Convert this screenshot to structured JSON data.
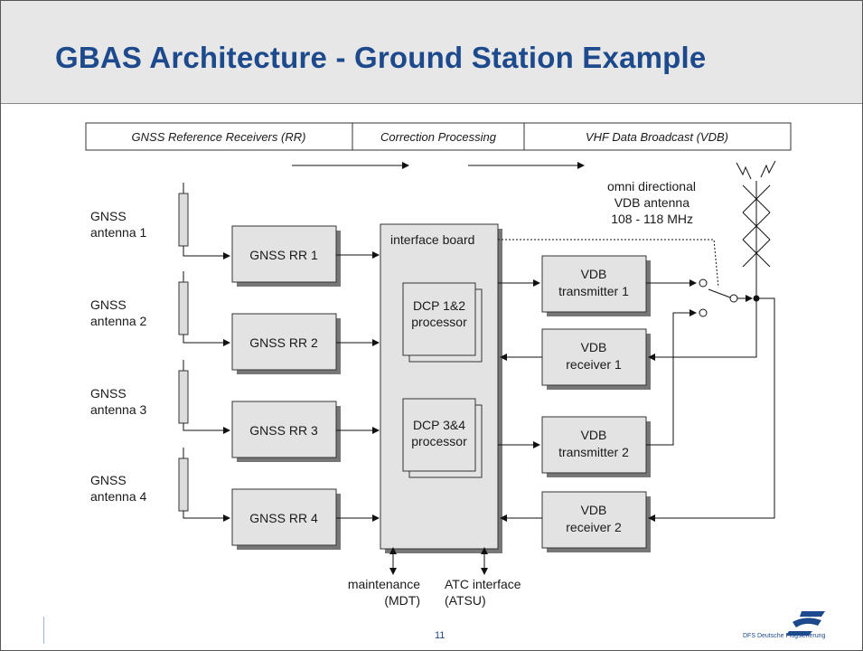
{
  "slide": {
    "title": "GBAS Architecture - Ground Station Example",
    "page_number": "11",
    "logo_text": "DFS Deutsche Flugsicherung"
  },
  "header_strip": {
    "rr": "GNSS Reference Receivers (RR)",
    "correction": "Correction Processing",
    "vdb": "VHF Data Broadcast (VDB)"
  },
  "antennas": [
    {
      "line1": "GNSS",
      "line2": "antenna 1"
    },
    {
      "line1": "GNSS",
      "line2": "antenna 2"
    },
    {
      "line1": "GNSS",
      "line2": "antenna 3"
    },
    {
      "line1": "GNSS",
      "line2": "antenna 4"
    }
  ],
  "receivers": [
    "GNSS RR 1",
    "GNSS RR 2",
    "GNSS RR 3",
    "GNSS RR 4"
  ],
  "interface_board": {
    "label": "interface board",
    "dcp1_line1": "DCP 1&2",
    "dcp1_line2": "processor",
    "dcp2_line1": "DCP 3&4",
    "dcp2_line2": "processor"
  },
  "vdb_units": [
    {
      "line1": "VDB",
      "line2": "transmitter 1"
    },
    {
      "line1": "VDB",
      "line2": "receiver 1"
    },
    {
      "line1": "VDB",
      "line2": "transmitter 2"
    },
    {
      "line1": "VDB",
      "line2": "receiver 2"
    }
  ],
  "omni_antenna": {
    "line1": "omni directional",
    "line2": "VDB antenna",
    "line3": "108 - 118 MHz"
  },
  "bottom_labels": {
    "maintenance_1": "maintenance",
    "maintenance_2": "(MDT)",
    "atc_1": "ATC interface",
    "atc_2": "(ATSU)"
  }
}
